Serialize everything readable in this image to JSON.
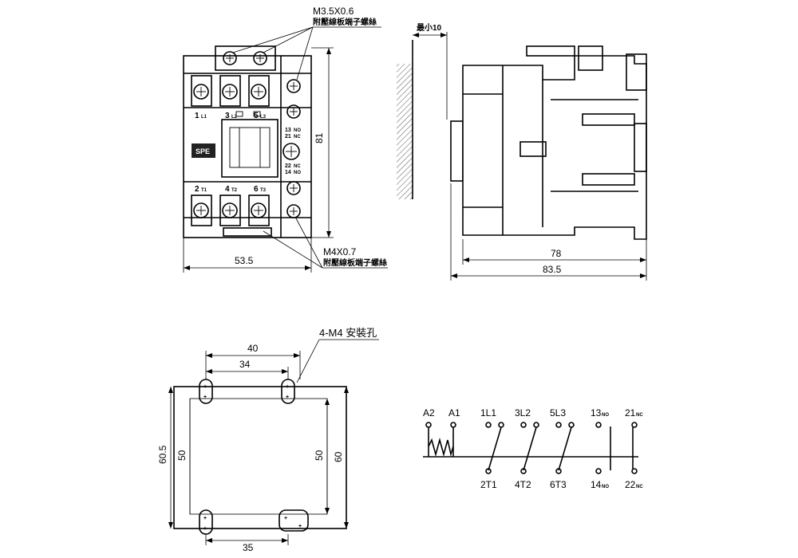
{
  "front_view": {
    "thread_top": "M3.5X0.6",
    "note_top": "附壓線板端子螺絲",
    "thread_bottom": "M4X0.7",
    "note_bottom": "附壓線板端子螺絲",
    "width_dim": "53.5",
    "height_dim": "81",
    "logo": "SPE",
    "terminals_top": [
      {
        "num": "1",
        "sub": "L1"
      },
      {
        "num": "3",
        "sub": "L2"
      },
      {
        "num": "5",
        "sub": "L3"
      }
    ],
    "terminals_bottom": [
      {
        "num": "2",
        "sub": "T1"
      },
      {
        "num": "4",
        "sub": "T2"
      },
      {
        "num": "6",
        "sub": "T3"
      }
    ],
    "aux_labels": [
      "13",
      "21",
      "22",
      "14"
    ],
    "aux_subs": [
      "NO",
      "NC",
      "NC",
      "NO"
    ]
  },
  "side_view": {
    "min_clearance": "最小10",
    "depth_dim": "78",
    "total_dim": "83.5"
  },
  "mounting": {
    "holes_label": "4-M4 安裝孔",
    "dim_40": "40",
    "dim_34": "34",
    "dim_35": "35",
    "dim_605": "60.5",
    "dim_50_left": "50",
    "dim_50_right": "50",
    "dim_60": "60"
  },
  "schematic": {
    "coil": [
      "A2",
      "A1"
    ],
    "main_top": [
      "1L1",
      "3L2",
      "5L3"
    ],
    "main_bottom": [
      "2T1",
      "4T2",
      "6T3"
    ],
    "aux_top": [
      {
        "num": "13",
        "sub": "NO"
      },
      {
        "num": "21",
        "sub": "NC"
      }
    ],
    "aux_bottom": [
      {
        "num": "14",
        "sub": "NO"
      },
      {
        "num": "22",
        "sub": "NC"
      }
    ]
  }
}
